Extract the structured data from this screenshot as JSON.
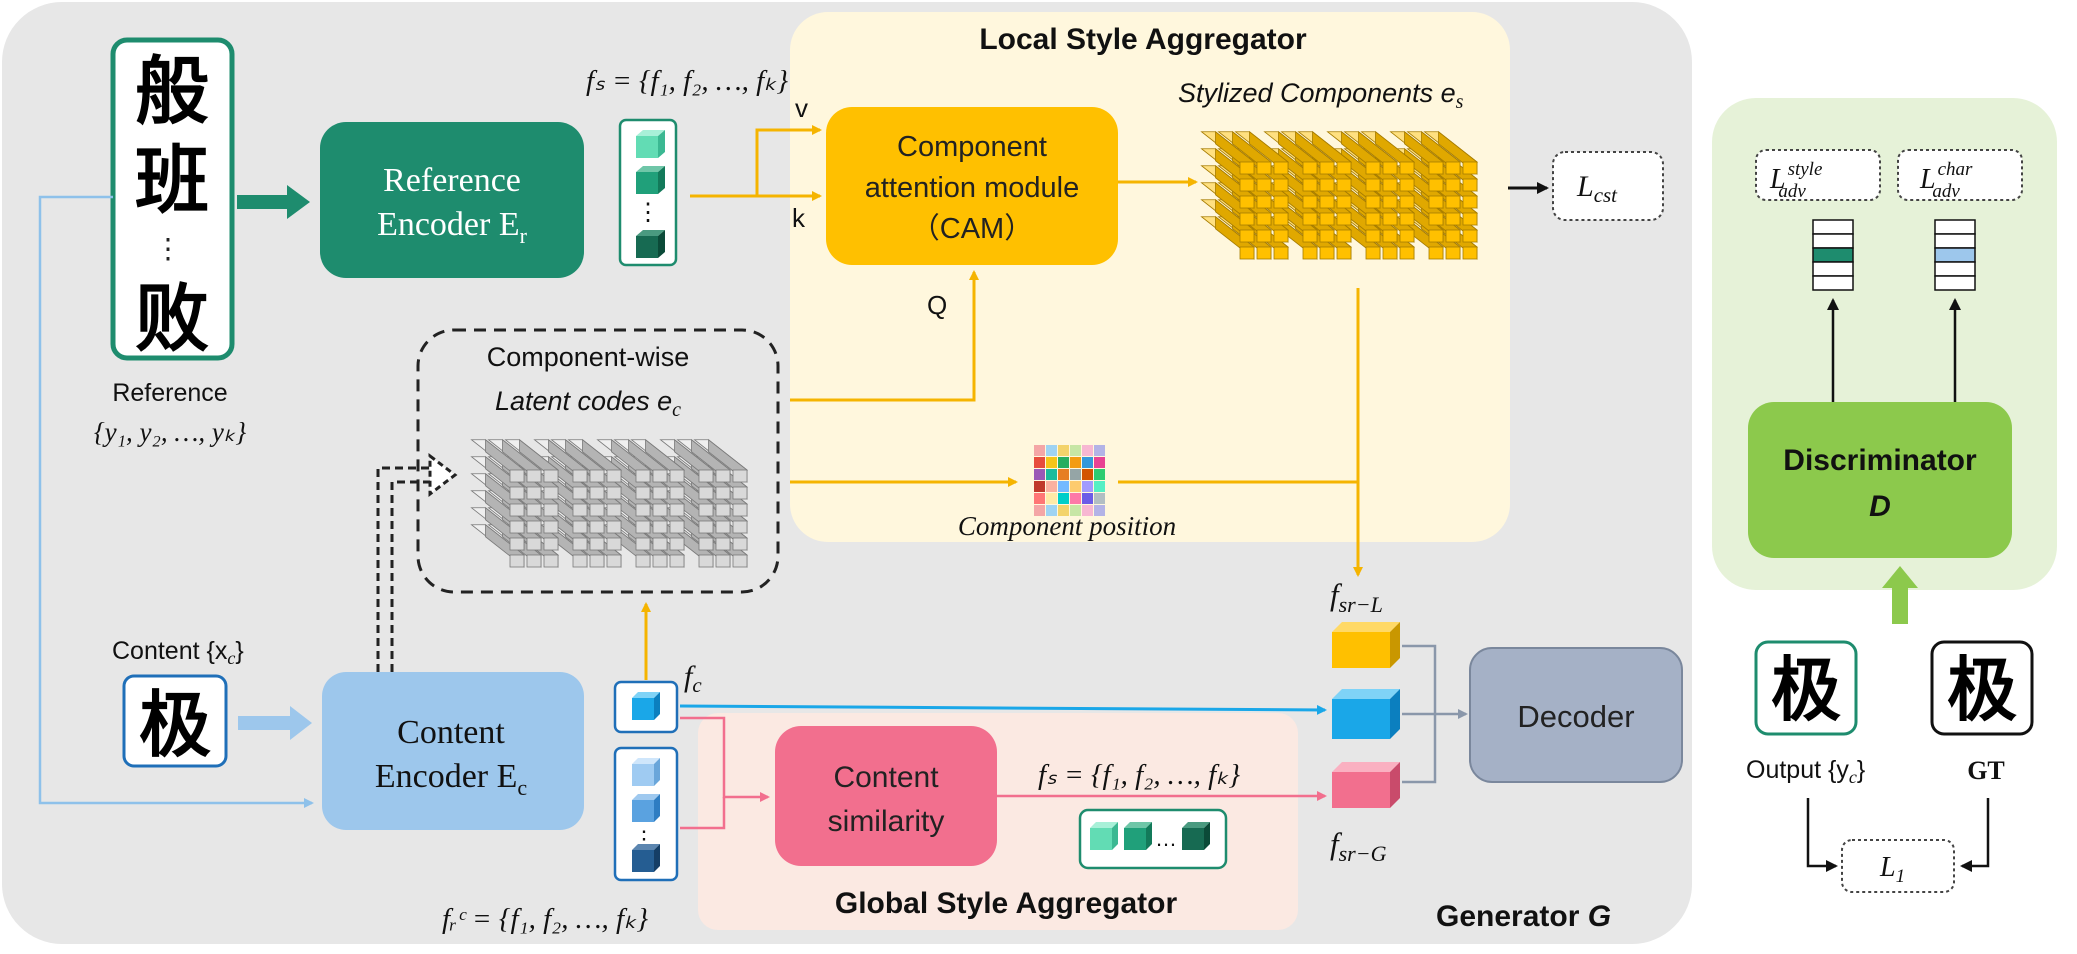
{
  "generator": {
    "title": "Generator",
    "title_var": "G"
  },
  "local_agg": {
    "title": "Local Style Aggregator"
  },
  "global_agg": {
    "title": "Global Style Aggregator"
  },
  "reference": {
    "label": "Reference",
    "set": "{y₁, y₂, …, yₖ}",
    "chars": [
      "般",
      "班",
      "败"
    ],
    "dots": "⋮"
  },
  "ref_encoder": {
    "line1": "Reference",
    "line2": "Encoder E",
    "sub": "r"
  },
  "fs_top": {
    "text": "fₛ = {f₁, f₂, …, fₖ}"
  },
  "cam": {
    "line1": "Component",
    "line2": "attention module",
    "line3": "（CAM）",
    "v": "v",
    "k": "k",
    "q": "Q"
  },
  "stylized": {
    "label": "Stylized Components e",
    "sub": "s"
  },
  "lcst": {
    "text": "L",
    "sub": "cst"
  },
  "latent": {
    "line1": "Component-wise",
    "line2": "Latent codes e",
    "sub": "c"
  },
  "comp_pos": {
    "label": "Component position"
  },
  "content": {
    "label": "Content {x",
    "sub": "c",
    "close": "}",
    "char": "极"
  },
  "content_encoder": {
    "line1": "Content",
    "line2": "Encoder E",
    "sub": "c"
  },
  "fc": {
    "text": "f",
    "sub": "c"
  },
  "fr": {
    "text": "fᵣᶜ = {f₁, f₂, …, fₖ}"
  },
  "similarity": {
    "line1": "Content",
    "line2": "similarity"
  },
  "fs_mid": {
    "text": "fₛ = {f₁, f₂, …, fₖ}",
    "dots": "…"
  },
  "fsr_l": {
    "text": "f",
    "sub": "sr−L"
  },
  "fsr_g": {
    "text": "f",
    "sub": "sr−G"
  },
  "decoder": {
    "label": "Decoder"
  },
  "discriminator": {
    "line1": "Discriminator",
    "line2": "D"
  },
  "loss_style": {
    "text": "L",
    "sup": "style",
    "sub": "adv"
  },
  "loss_char": {
    "text": "L",
    "sup": "char",
    "sub": "adv"
  },
  "output": {
    "label": "Output {y",
    "sub": "c",
    "close": "}",
    "char": "极"
  },
  "gt": {
    "label": "GT",
    "char": "极"
  },
  "l1": {
    "text": "L",
    "sub": "1"
  },
  "colors": {
    "generator_bg": "#e7e7e7",
    "local_bg": "#fff7dd",
    "global_bg": "#fbe9e2",
    "disc_bg": "#e6f2d8",
    "teal": "#1e8c6e",
    "light_blue": "#9dc7ec",
    "gold": "#ffc000",
    "pink": "#f26f8e",
    "decoder": "#a5b1c6",
    "green": "#8cc94c"
  }
}
